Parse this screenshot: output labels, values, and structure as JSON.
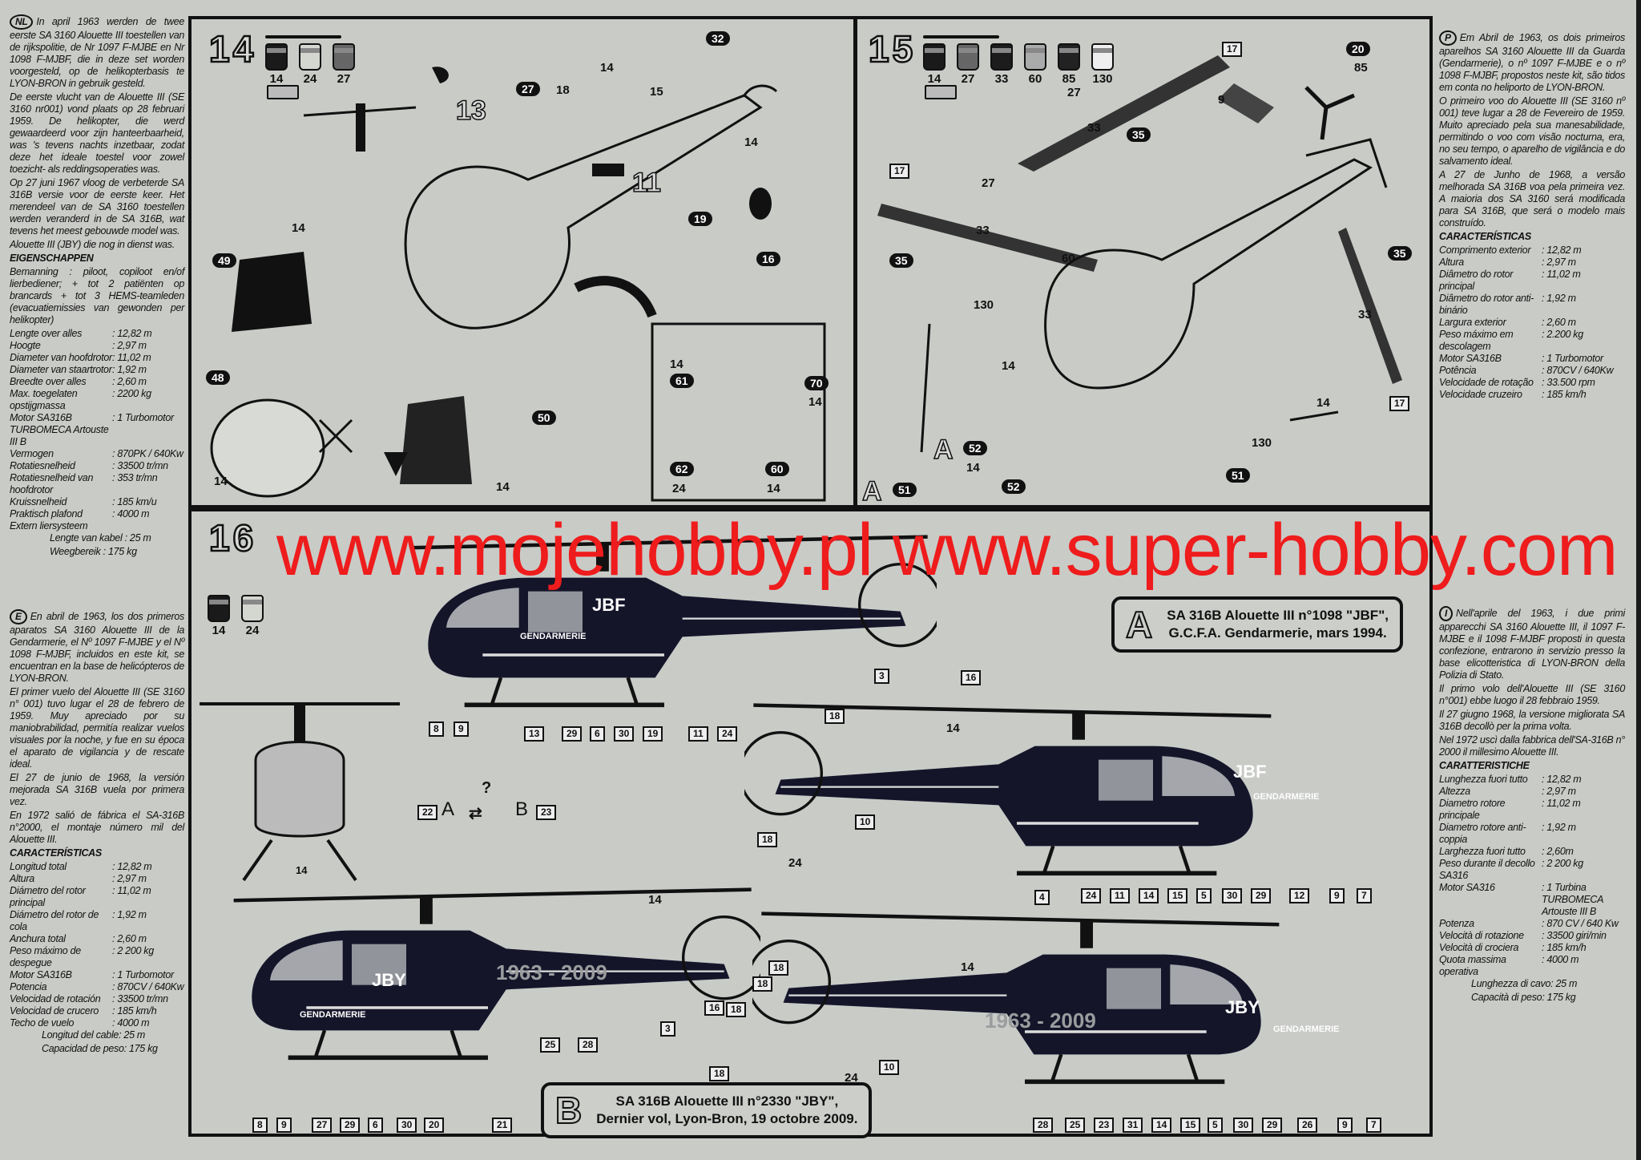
{
  "left_column": {
    "lang": "NL",
    "paragraphs": [
      "In april 1963 werden de twee eerste SA 3160 Alouette III toestellen van de rijkspolitie, de Nr 1097 F-MJBE en Nr 1098 F-MJBF, die in deze set worden voorgesteld, op de helikopterbasis te LYON-BRON in gebruik gesteld.",
      "De eerste vlucht van de Alouette III (SE 3160 nr001) vond plaats op 28 februari 1959. De helikopter, die werd gewaardeerd voor zijn hanteerbaarheid, was 's tevens nachts inzetbaar, zodat deze het ideale toestel voor zowel toezicht- als reddingsoperaties was.",
      "Op 27 juni 1967 vloog de verbeterde SA 316B versie voor de eerste keer. Het merendeel van de SA 3160 toestellen werden veranderd in de SA 316B, wat tevens het meest gebouwde model was.",
      "Alouette III (JBY) die nog in dienst was."
    ],
    "specs_title": "EIGENSCHAPPEN",
    "crew": "Bemanning : piloot, copiloot en/of lierbediener; + tot 2 patiënten op brancards + tot 3 HEMS-teamleden (evacuatiemissies van gewonden per helikopter)",
    "specs": [
      {
        "label": "Lengte over alles",
        "value": ": 12,82 m"
      },
      {
        "label": "Hoogte",
        "value": ": 2,97 m"
      },
      {
        "label": "Diameter van hoofdrotor",
        "value": ": 11,02 m"
      },
      {
        "label": "Diameter van staartrotor",
        "value": ": 1,92 m"
      },
      {
        "label": "Breedte over alles",
        "value": ": 2,60 m"
      },
      {
        "label": "Max. toegelaten opstijgmassa",
        "value": ": 2200 kg"
      },
      {
        "label": "Motor SA316B",
        "value": ": 1 Turbomotor"
      },
      {
        "label": "TURBOMECA Artouste III B",
        "value": ""
      },
      {
        "label": "Vermogen",
        "value": ": 870PK / 640Kw"
      },
      {
        "label": "Rotatiesnelheid",
        "value": ": 33500 tr/mn"
      },
      {
        "label": "Rotatiesnelheid van hoofdrotor",
        "value": ": 353 tr/mn"
      },
      {
        "label": "Kruissnelheid",
        "value": ": 185 km/u"
      },
      {
        "label": "Praktisch plafond",
        "value": ": 4000 m"
      },
      {
        "label": "Extern liersysteem",
        "value": ""
      }
    ],
    "winch": [
      "Lengte van kabel : 25 m",
      "Weegbereik : 175 kg"
    ]
  },
  "left_column_es": {
    "lang": "E",
    "paragraphs": [
      "En abril de 1963, los dos primeros aparatos SA 3160 Alouette III de la Gendarmerie, el Nº 1097 F-MJBE y el Nº 1098 F-MJBF, incluidos en este kit, se encuentran en la base de helicópteros de LYON-BRON.",
      "El primer vuelo del Alouette III (SE 3160 n° 001) tuvo lugar el 28 de febrero de 1959. Muy apreciado por su maniobrabilidad, permitía realizar vuelos visuales por la noche, y fue en su época el aparato de vigilancia y de rescate ideal.",
      "El 27 de junio de 1968, la versión mejorada SA 316B vuela por primera vez.",
      "En 1972 salió de fábrica el SA-316B n°2000, el montaje número mil del Alouette III."
    ],
    "specs_title": "CARACTERÍSTICAS",
    "specs": [
      {
        "label": "Longitud total",
        "value": ": 12,82 m"
      },
      {
        "label": "Altura",
        "value": ": 2,97 m"
      },
      {
        "label": "Diámetro del rotor principal",
        "value": ": 11,02 m"
      },
      {
        "label": "Diámetro del rotor de cola",
        "value": ": 1,92 m"
      },
      {
        "label": "Anchura total",
        "value": ": 2,60 m"
      },
      {
        "label": "Peso máximo de despegue",
        "value": ": 2 200 kg"
      },
      {
        "label": "Motor SA316B",
        "value": ": 1 Turbomotor"
      },
      {
        "label": "Potencia",
        "value": ": 870CV / 640Kw"
      },
      {
        "label": "Velocidad de rotación",
        "value": ": 33500 tr/mn"
      },
      {
        "label": "Velocidad de crucero",
        "value": ": 185 km/h"
      },
      {
        "label": "Techo de vuelo",
        "value": ": 4000 m"
      }
    ],
    "winch": [
      "Longitud del cable: 25 m",
      "Capacidad de peso: 175 kg"
    ]
  },
  "right_column": {
    "lang": "P",
    "paragraphs": [
      "Em Abril de 1963, os dois primeiros aparelhos SA 3160 Alouette III da Guarda (Gendarmerie), o nº 1097 F-MJBE e o nº 1098 F-MJBF, propostos neste kit, são tidos em conta no heliporto de LYON-BRON.",
      "O primeiro voo do Alouette III (SE 3160 nº 001) teve lugar a 28 de Fevereiro de 1959. Muito apreciado pela sua manesabilidade, permitindo o voo com visão nocturna, era, no seu tempo, o aparelho de vigilância e do salvamento ideal.",
      "A 27 de Junho de 1968, a versão melhorada SA 316B voa pela primeira vez. A maioria dos SA 3160 será modificada para SA 316B, que será o modelo mais construído."
    ],
    "specs_title": "CARACTERÍSTICAS",
    "specs": [
      {
        "label": "Comprimento exterior",
        "value": ": 12,82 m"
      },
      {
        "label": "Altura",
        "value": ": 2,97 m"
      },
      {
        "label": "Diâmetro do rotor principal",
        "value": ": 11,02 m"
      },
      {
        "label": "Diâmetro do rotor anti-binário",
        "value": ": 1,92 m"
      },
      {
        "label": "Largura exterior",
        "value": ": 2,60 m"
      },
      {
        "label": "Peso máximo em descolagem",
        "value": ": 2.200 kg"
      },
      {
        "label": "Motor SA316B",
        "value": ": 1 Turbomotor"
      },
      {
        "label": "Potência",
        "value": ": 870CV / 640Kw"
      },
      {
        "label": "Velocidade de rotação",
        "value": ": 33.500 rpm"
      },
      {
        "label": "Velocidade cruzeiro",
        "value": ": 185 km/h"
      }
    ]
  },
  "right_column_it": {
    "lang": "I",
    "paragraphs": [
      "Nell'aprile del 1963, i due primi apparecchi SA 3160 Alouette III, il 1097 F-MJBE e il 1098 F-MJBF proposti in questa confezione, entrarono in servizio presso la base elicotteristica di LYON-BRON della Polizia di Stato.",
      "Il primo volo dell'Alouette III (SE 3160 n°001) ebbe luogo il 28 febbraio 1959.",
      "Il 27 giugno 1968, la versione migliorata SA 316B decollò per la prima volta.",
      "Nel 1972 uscì dalla fabbrica dell'SA-316B n° 2000 il millesimo Alouette III."
    ],
    "specs_title": "CARATTERISTICHE",
    "specs": [
      {
        "label": "Lunghezza fuori tutto",
        "value": ": 12,82 m"
      },
      {
        "label": "Altezza",
        "value": ": 2,97 m"
      },
      {
        "label": "Diametro rotore principale",
        "value": ": 11,02 m"
      },
      {
        "label": "Diametro rotore anti-coppia",
        "value": ": 1,92 m"
      },
      {
        "label": "Larghezza fuori tutto",
        "value": ": 2,60m"
      },
      {
        "label": "Peso durante il decollo SA316",
        "value": ": 2 200 kg"
      },
      {
        "label": "Motor SA316",
        "value": ": 1 Turbina TURBOMECA Artouste III B"
      },
      {
        "label": "Potenza",
        "value": ": 870 CV / 640 Kw"
      },
      {
        "label": "Velocità di rotazione",
        "value": ": 33500 giri/min"
      },
      {
        "label": "Velocità di crociera",
        "value": ": 185 km/h"
      },
      {
        "label": "Quota massima operativa",
        "value": ": 4000 m"
      }
    ],
    "winch": [
      "Lunghezza di cavo: 25 m",
      "Capacità di peso: 175 kg"
    ]
  },
  "step14": {
    "number": "14",
    "paints": [
      "14",
      "24",
      "27"
    ],
    "callouts": [
      "13",
      "14",
      "32",
      "15",
      "27",
      "18",
      "11",
      "14",
      "19",
      "16",
      "14",
      "49",
      "48",
      "50",
      "14",
      "14"
    ],
    "inset_callouts": [
      "14",
      "61",
      "70",
      "14",
      "62",
      "24",
      "60",
      "14"
    ]
  },
  "step15": {
    "number": "15",
    "paints": [
      "14",
      "27",
      "33",
      "60",
      "85",
      "130"
    ],
    "callouts": [
      "17",
      "20",
      "85",
      "9",
      "27",
      "35",
      "33",
      "17",
      "27",
      "33",
      "35",
      "35",
      "60",
      "130",
      "14",
      "33",
      "17",
      "14",
      "130",
      "51",
      "52",
      "14",
      "52",
      "51",
      "A",
      "A"
    ]
  },
  "step16": {
    "number": "16",
    "paints": [
      "14",
      "24"
    ],
    "scheme_a": {
      "letter": "A",
      "line1": "SA 316B Alouette III n°1098 \"JBF\",",
      "line2": "G.C.F.A. Gendarmerie, mars 1994."
    },
    "scheme_b": {
      "letter": "B",
      "line1": "SA 316B Alouette III n°2330 \"JBY\",",
      "line2": "Dernier vol, Lyon-Bron, 19 octobre 2009."
    },
    "code_a": "JBF",
    "code_b": "JBY",
    "gendarmerie": "GENDARMERIE",
    "anniversary": "1963 - 2009",
    "front_view": {
      "left_box": "22",
      "left_letter": "A",
      "question": "?",
      "right_letter": "B",
      "right_box": "23",
      "bottom": "14"
    },
    "callouts_a": [
      "8",
      "9",
      "13",
      "29",
      "6",
      "30",
      "19",
      "11",
      "24",
      "3",
      "16"
    ],
    "callouts_a_side": [
      "18",
      "14",
      "10",
      "18",
      "24",
      "4",
      "24",
      "11",
      "14",
      "15",
      "5",
      "30",
      "29",
      "12",
      "9",
      "7"
    ],
    "callouts_b": [
      "8",
      "9",
      "27",
      "29",
      "6",
      "30",
      "20",
      "21",
      "25",
      "28",
      "3",
      "16",
      "14",
      "18"
    ],
    "callouts_b_side": [
      "18",
      "18",
      "10",
      "24",
      "18",
      "14",
      "28",
      "25",
      "23",
      "31",
      "14",
      "15",
      "5",
      "30",
      "29",
      "26",
      "9",
      "7"
    ]
  },
  "watermark": "www.mojehobby.pl www.super-hobby.com"
}
